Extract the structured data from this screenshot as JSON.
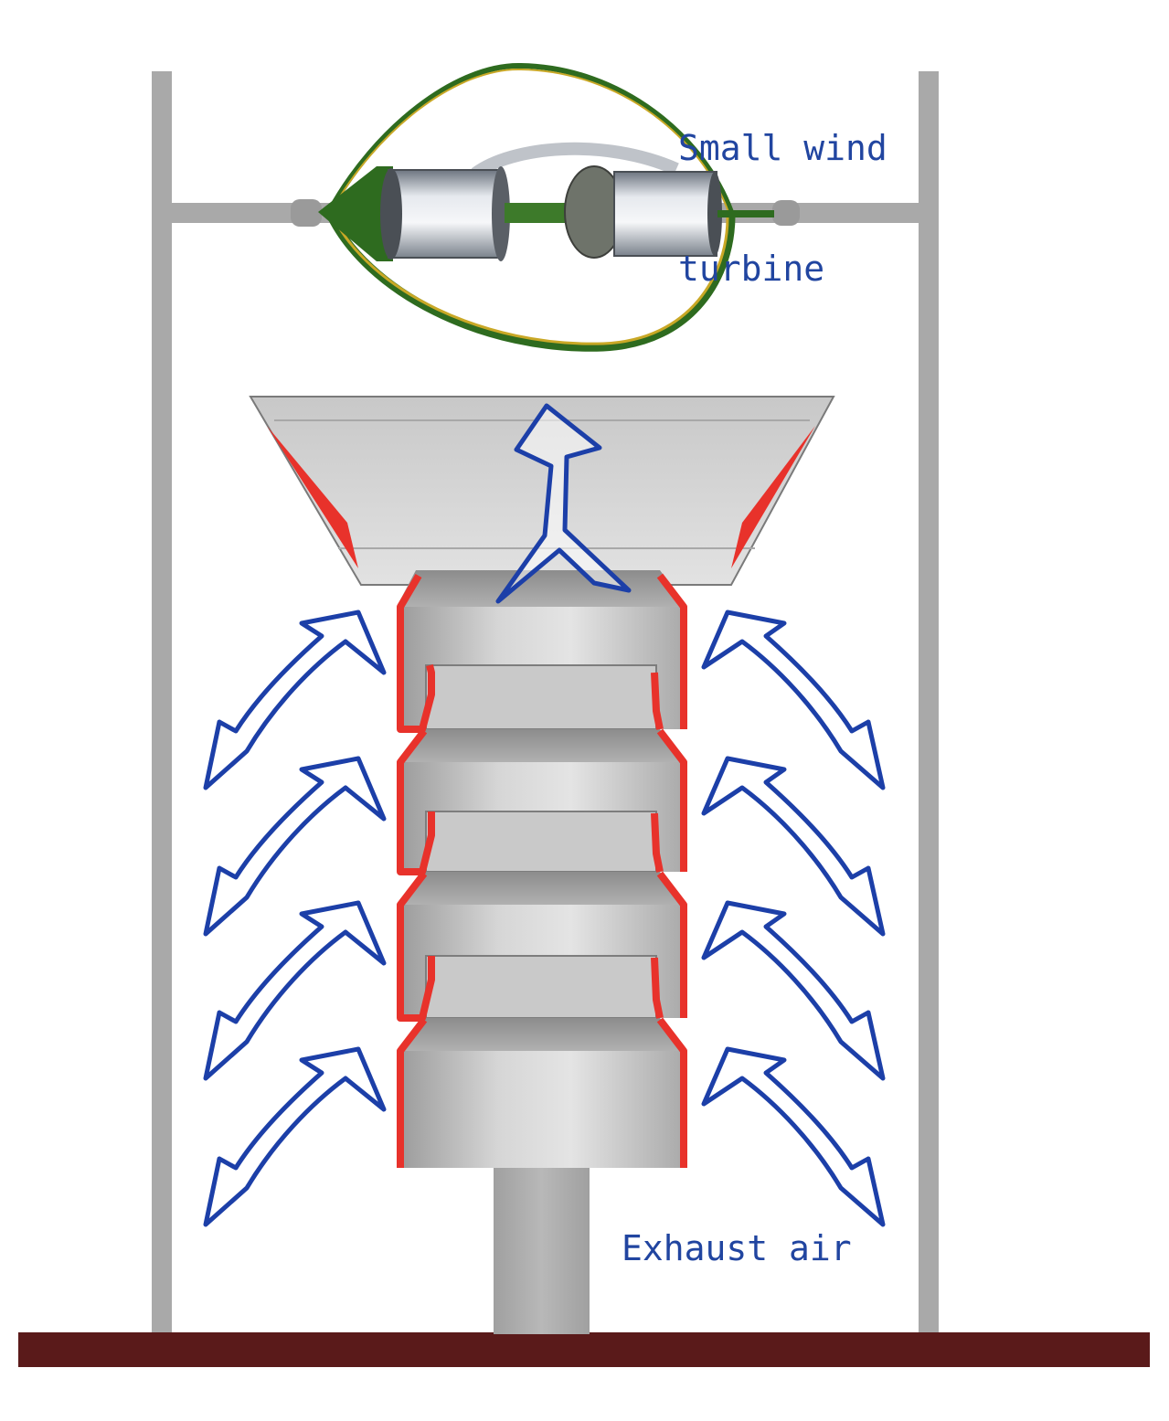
{
  "labels": {
    "turbine_line1": "Small wind",
    "turbine_line2": "turbine",
    "exhaust": "Exhaust air"
  },
  "colors": {
    "label_text": "#2145a0",
    "arrow_outline": "#1c3fa8",
    "frame_gray": "#a9a9a9",
    "ground": "#5a1a1a",
    "accent_red": "#e8322b",
    "tower_gray": "#b5b5b5",
    "turbine_green": "#2e6b1f",
    "turbine_yellow": "#c9a826"
  }
}
